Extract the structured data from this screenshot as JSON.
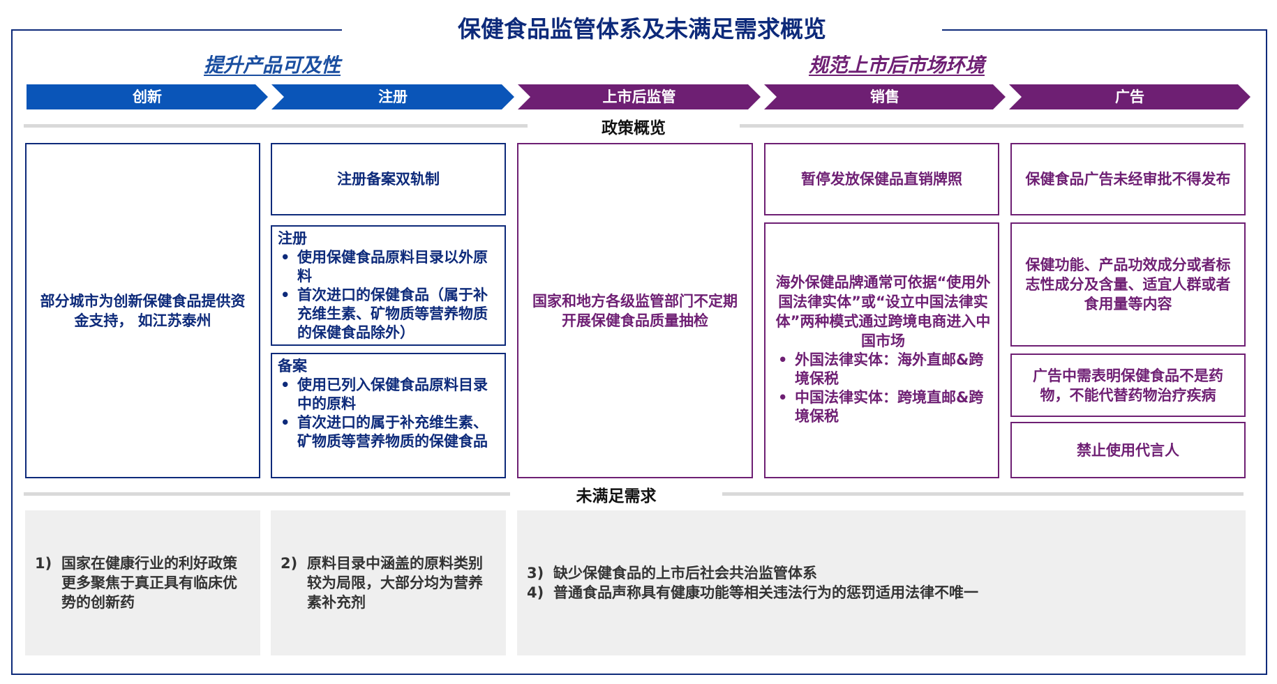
{
  "title": "保健食品监管体系及未满足需求概览",
  "sections": {
    "left": "提升产品可及性",
    "right": "规范上市后市场环境"
  },
  "stages": [
    "创新",
    "注册",
    "上市后监管",
    "销售",
    "广告"
  ],
  "policy_label": "政策概览",
  "unmet_label": "未满足需求",
  "colors": {
    "blue": "#0a55b8",
    "navy": "#0d2a7a",
    "purple": "#6e1f73",
    "grey": "#efefef"
  },
  "policy": {
    "innovation": "部分城市为创新保健食品提供资金支持， 如江苏泰州",
    "registration": {
      "header": "注册备案双轨制",
      "register": {
        "title": "注册",
        "items": [
          "使用保健食品原料目录以外原料",
          "首次进口的保健食品（属于补充维生素、矿物质等营养物质的保健食品除外）"
        ]
      },
      "filing": {
        "title": "备案",
        "items": [
          "使用已列入保健食品原料目录中的原料",
          "首次进口的属于补充维生素、矿物质等营养物质的保健食品"
        ]
      }
    },
    "post_market": "国家和地方各级监管部门不定期开展保健食品质量抽检",
    "sales": {
      "header": "暂停发放保健品直销牌照",
      "intro": "海外保健品牌通常可依据“使用外国法律实体”或“设立中国法律实体”两种模式通过跨境电商进入中国市场",
      "items": [
        "外国法律实体：海外直邮&跨境保税",
        "中国法律实体：跨境直邮&跨境保税"
      ]
    },
    "ads": [
      "保健食品广告未经审批不得发布",
      "保健功能、产品功效成分或者标志性成分及含量、适宜人群或者食用量等内容",
      "广告中需表明保健食品不是药物，不能代替药物治疗疾病",
      "禁止使用代言人"
    ]
  },
  "needs": [
    {
      "num": "1)",
      "text": "国家在健康行业的利好政策更多聚焦于真正具有临床优势的创新药"
    },
    {
      "num": "2)",
      "text": "原料目录中涵盖的原料类别较为局限，大部分均为营养素补充剂"
    },
    {
      "num": "3)",
      "text": "缺少保健食品的上市后社会共治监管体系"
    },
    {
      "num": "4)",
      "text": "普通食品声称具有健康功能等相关违法行为的惩罚适用法律不唯一"
    }
  ]
}
